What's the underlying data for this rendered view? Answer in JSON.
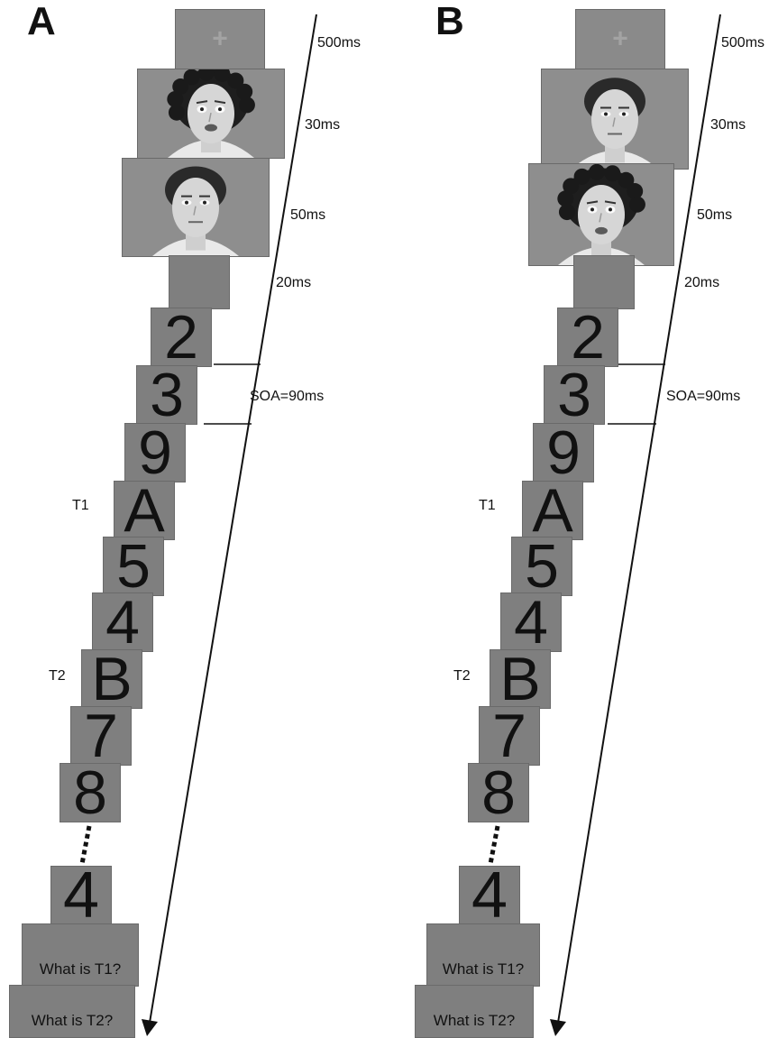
{
  "panels": [
    {
      "label": "A",
      "timings": {
        "fix": "500ms",
        "face1": "30ms",
        "face2": "50ms",
        "blank": "20ms",
        "soa": "SOA=90ms"
      },
      "face1": "fearful",
      "face2": "neutral",
      "stream": [
        "2",
        "3",
        "9",
        "A",
        "5",
        "4",
        "B",
        "7",
        "8"
      ],
      "final_item": "4",
      "target_labels": {
        "t1": "T1",
        "t2": "T2"
      },
      "questions": [
        "What is T1?",
        "What is T2?"
      ]
    },
    {
      "label": "B",
      "timings": {
        "fix": "500ms",
        "face1": "30ms",
        "face2": "50ms",
        "blank": "20ms",
        "soa": "SOA=90ms"
      },
      "face1": "neutral",
      "face2": "fearful",
      "stream": [
        "2",
        "3",
        "9",
        "A",
        "5",
        "4",
        "B",
        "7",
        "8"
      ],
      "final_item": "4",
      "target_labels": {
        "t1": "T1",
        "t2": "T2"
      },
      "questions": [
        "What is T1?",
        "What is T2?"
      ]
    }
  ],
  "fixation_symbol": "+"
}
